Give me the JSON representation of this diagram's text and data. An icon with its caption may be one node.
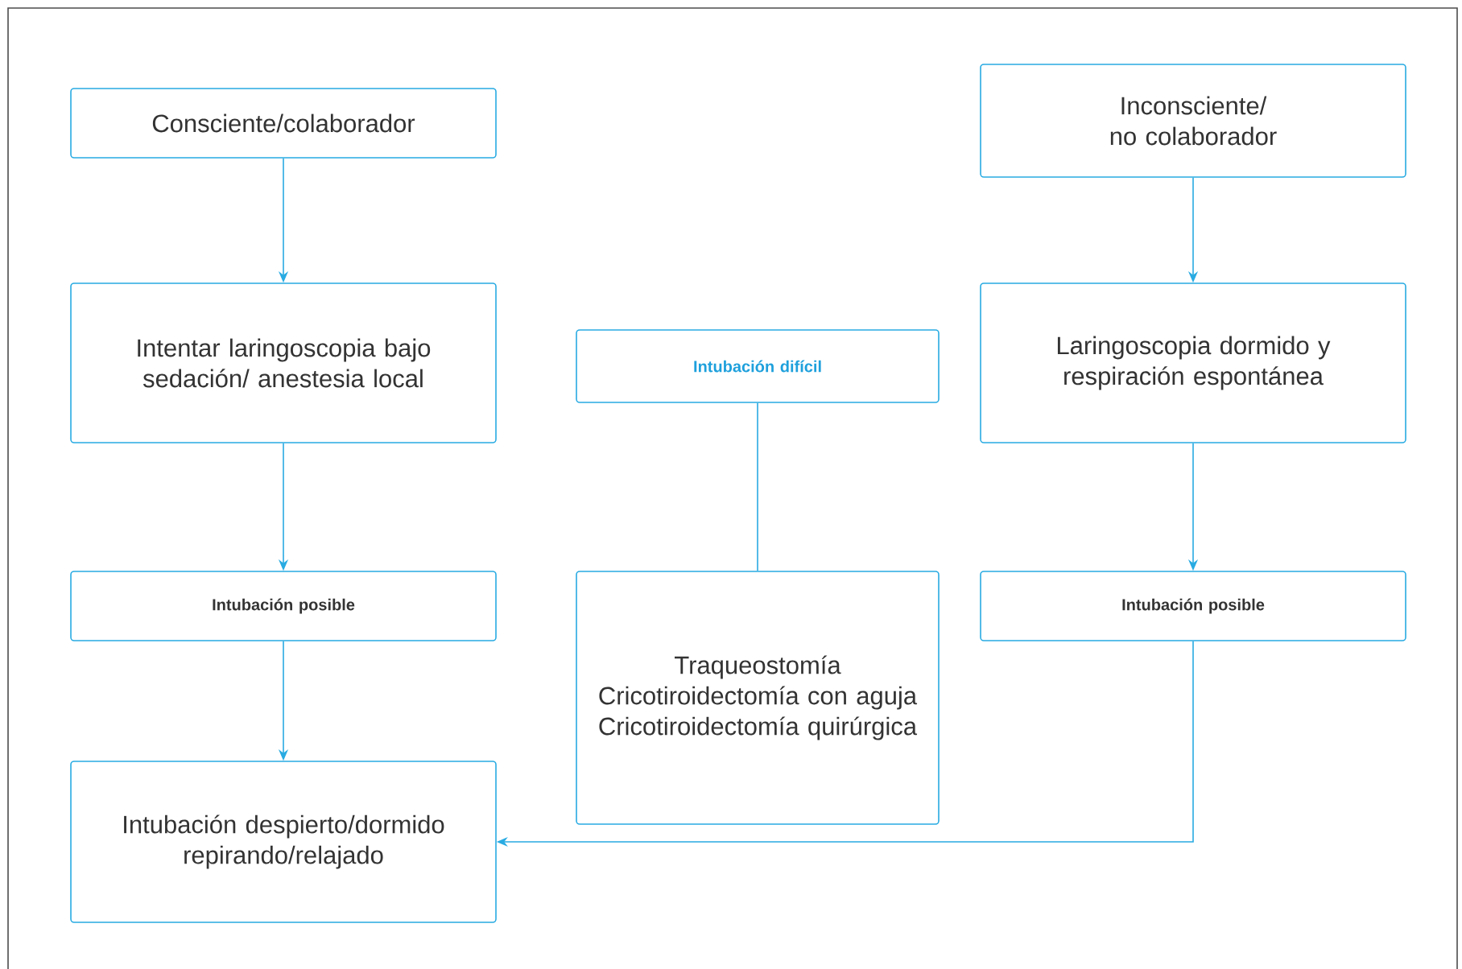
{
  "diagram": {
    "nodes": [
      {
        "text": [
          "Consciente/colaborador"
        ]
      },
      {
        "text": [
          "Inconsciente/ no colaborador"
        ]
      },
      {
        "text": [
          "Intentar laringoscopia bajo sedación/ anestesia local"
        ]
      },
      {
        "text": [
          "Intubación difícil"
        ]
      },
      {
        "text": [
          "Laringoscopia dormido y respiración espontánea"
        ]
      },
      {
        "text": [
          "Intubación posible"
        ]
      },
      {
        "text": [
          "Traqueostomía Cricotiroidectomía con aguja Cricotiroidectomía quirúrgica"
        ]
      },
      {
        "text": [
          "Intubación posible"
        ]
      },
      {
        "text": [
          "Intubación despierto/dormido repirando/relajado"
        ]
      }
    ],
    "edges": [
      {
        "from": 0,
        "to": 2,
        "arrow": "to"
      },
      {
        "from": 2,
        "to": 5,
        "arrow": "to"
      },
      {
        "from": 5,
        "to": 8,
        "arrow": "to"
      },
      {
        "from": 1,
        "to": 4,
        "arrow": "to"
      },
      {
        "from": 4,
        "to": 7,
        "arrow": "to"
      },
      {
        "from": 7,
        "to": 8,
        "arrow": "to"
      },
      {
        "from": 3,
        "to": 6,
        "arrow": "none"
      }
    ]
  }
}
